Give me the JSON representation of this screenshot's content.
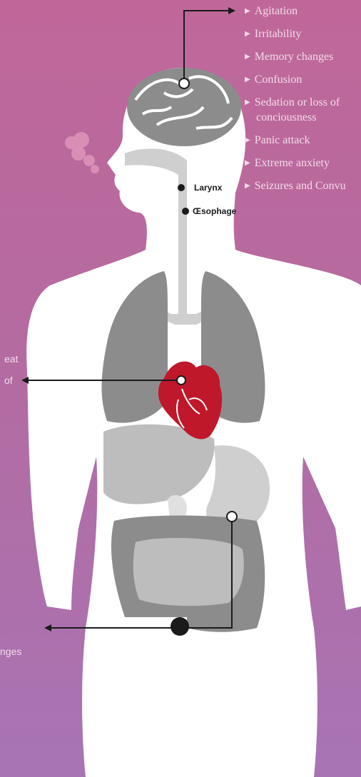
{
  "brain_symptoms": [
    "Agitation",
    "Irritability",
    "Memory changes",
    "Confusion",
    "Sedation or loss of",
    "conciousness",
    "Panic attack",
    "Extreme anxiety",
    "Seizures and Convu"
  ],
  "organ_labels": {
    "larynx": "Larynx",
    "oesophage": "Œsophage"
  },
  "left_cut_text": {
    "heart_1": "eat",
    "heart_2": "of",
    "gut": "nges"
  },
  "colors": {
    "background_top": "#c0679a",
    "background_bottom": "#a874b4",
    "body": "#ffffff",
    "organs": "#8c8c8c",
    "heart": "#c0182b",
    "text": "#f3dbe9"
  },
  "icons": [
    "brain-icon",
    "heart-icon",
    "lungs-icon",
    "intestines-icon",
    "breath-icon"
  ]
}
